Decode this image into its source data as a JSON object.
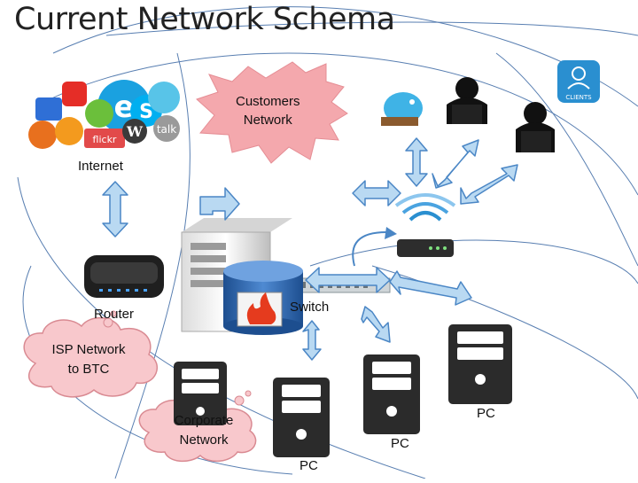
{
  "title": "Current Network Schema",
  "labels": {
    "customers_network": [
      "Customers",
      "Network"
    ],
    "internet": "Internet",
    "router": "Router",
    "switch": "Switch",
    "isp_network": [
      "ISP Network",
      "to BTC"
    ],
    "corporate_network": [
      "Corporate",
      "Network"
    ],
    "pc_labels": [
      "PC",
      "PC",
      "PC"
    ],
    "clients_badge": "CLIENTS"
  },
  "icons": {
    "social": [
      "youtube-icon",
      "ie-icon",
      "skype-icon",
      "msn-icon",
      "firefox-icon",
      "flickr-icon",
      "wordpress-icon",
      "talk-icon",
      "mail-icon",
      "facebook-icon",
      "social-icon"
    ],
    "devices": [
      "server-icon",
      "router-icon",
      "wireless-router-icon",
      "switch-icon",
      "firewall-database-icon",
      "pc-tower-icon",
      "laptop-user-icon",
      "twitter-bird-icon",
      "clients-app-icon"
    ]
  },
  "colors": {
    "arrow_fill": "#b9d9f2",
    "arrow_stroke": "#4a86c5",
    "burst_fill": "#f4a8ad",
    "cloud_fill": "#f8c8cc",
    "cloud_stroke": "#d98a92",
    "curve": "#2f5f9e",
    "tower": "#2b2b2b",
    "clients_bg": "#2a8fd0"
  }
}
